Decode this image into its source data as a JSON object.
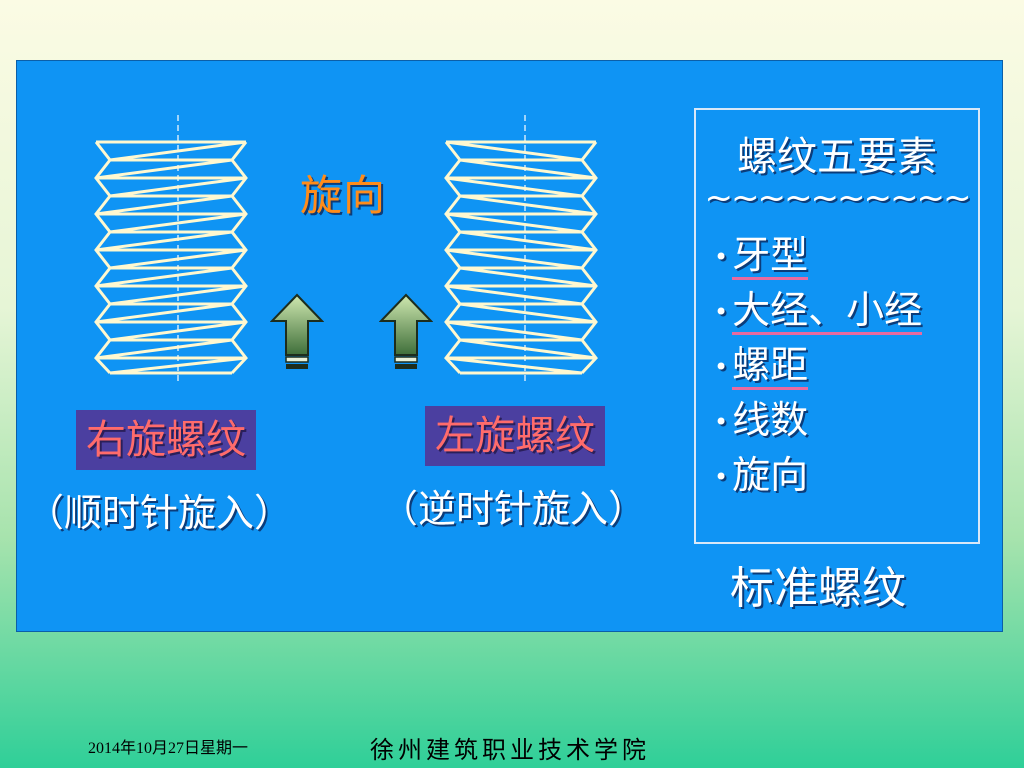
{
  "slide": {
    "direction_title": "旋向",
    "right_label": "右旋螺纹",
    "right_sub": "（顺时针旋入）",
    "left_label": "左旋螺纹",
    "left_sub": "（逆时针旋入）",
    "footer_label": "标准螺纹"
  },
  "infobox": {
    "title": "螺纹五要素",
    "separator": "~~~~~~~~~~",
    "items": [
      {
        "text": "牙型",
        "underlined": true
      },
      {
        "text": "大经、小经",
        "underlined": true
      },
      {
        "text": "螺距",
        "underlined": true
      },
      {
        "text": "线数",
        "underlined": false
      },
      {
        "text": "旋向",
        "underlined": false
      }
    ]
  },
  "footer": {
    "date": "2014年10月27日星期一",
    "school": "徐州建筑职业技术学院"
  },
  "colors": {
    "panel": "#0f94f4",
    "title_orange": "#ff8c1a",
    "label_red": "#ff6b6b",
    "label_box": "#4b3fa0",
    "underline": "#e86aa0",
    "thread_line": "#fff8d0"
  }
}
